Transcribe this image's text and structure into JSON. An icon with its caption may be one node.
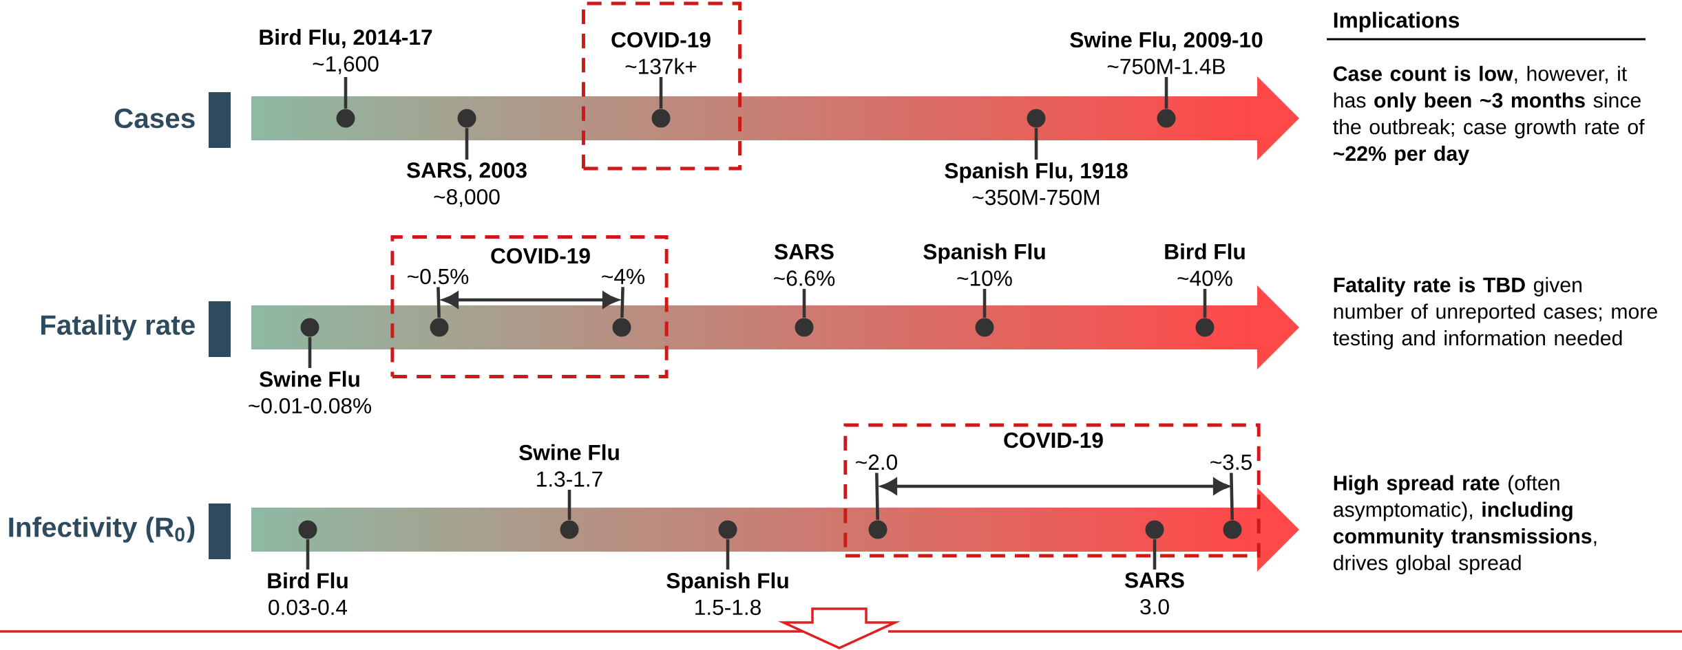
{
  "diagram": {
    "nodes": [
      {
        "text": [
          "Bird Flu, 2014-17",
          "~1,600"
        ]
      },
      {
        "text": [],
        "shape": "circle"
      },
      {
        "text": [
          "SARS, 2003",
          "~8,000"
        ]
      },
      {
        "text": [],
        "shape": "circle"
      },
      {
        "text": [],
        "shape": "box"
      },
      {
        "text": [
          "COVID-19",
          "~137k+"
        ],
        "in": 4
      },
      {
        "text": [],
        "shape": "circle",
        "in": 4
      },
      {
        "text": [
          "Spanish Flu, 1918",
          "~350M-750M"
        ]
      },
      {
        "text": [],
        "shape": "circle"
      },
      {
        "text": [
          "Swine Flu, 2009-10",
          "~750M-1.4B"
        ]
      },
      {
        "text": [],
        "shape": "circle"
      },
      {
        "text": [
          "Swine Flu",
          "~0.01-0.08%"
        ]
      },
      {
        "text": [],
        "shape": "circle"
      },
      {
        "text": [],
        "shape": "box"
      },
      {
        "text": [
          "COVID-19"
        ],
        "in": 13
      },
      {
        "text": [
          "~0.5%"
        ],
        "in": 13
      },
      {
        "text": [],
        "shape": "circle",
        "in": 13
      },
      {
        "text": [
          "~4%"
        ],
        "in": 13
      },
      {
        "text": [],
        "shape": "circle",
        "in": 13
      },
      {
        "text": [
          "SARS",
          "~6.6%"
        ]
      },
      {
        "text": [],
        "shape": "circle"
      },
      {
        "text": [
          "Spanish Flu",
          "~10%"
        ]
      },
      {
        "text": [],
        "shape": "circle"
      },
      {
        "text": [
          "Bird Flu",
          "~40%"
        ]
      },
      {
        "text": [],
        "shape": "circle"
      },
      {
        "text": [
          "Bird Flu",
          "0.03-0.4"
        ]
      },
      {
        "text": [],
        "shape": "circle"
      },
      {
        "text": [
          "Swine Flu",
          "1.3-1.7"
        ]
      },
      {
        "text": [],
        "shape": "circle"
      },
      {
        "text": [
          "Spanish Flu",
          "1.5-1.8"
        ]
      },
      {
        "text": [],
        "shape": "circle"
      },
      {
        "text": [],
        "shape": "box"
      },
      {
        "text": [
          "COVID-19"
        ],
        "in": 31
      },
      {
        "text": [
          "~2.0"
        ],
        "in": 31
      },
      {
        "text": [],
        "shape": "circle",
        "in": 31
      },
      {
        "text": [
          "SARS",
          "3.0"
        ]
      },
      {
        "text": [],
        "shape": "circle",
        "in": 31
      },
      {
        "text": [
          "~3.5"
        ],
        "in": 31
      },
      {
        "text": [],
        "shape": "circle",
        "in": 31
      }
    ],
    "edges": [
      {
        "from": 0,
        "to": 1,
        "arrow": "none"
      },
      {
        "from": 2,
        "to": 3,
        "arrow": "none"
      },
      {
        "from": 5,
        "to": 6,
        "arrow": "none"
      },
      {
        "from": 7,
        "to": 8,
        "arrow": "none"
      },
      {
        "from": 9,
        "to": 10,
        "arrow": "none"
      },
      {
        "from": 11,
        "to": 12,
        "arrow": "none"
      },
      {
        "from": 15,
        "to": 16,
        "arrow": "none"
      },
      {
        "from": 17,
        "to": 18,
        "arrow": "none"
      },
      {
        "from": 19,
        "to": 20,
        "arrow": "none"
      },
      {
        "from": 21,
        "to": 22,
        "arrow": "none"
      },
      {
        "from": 23,
        "to": 24,
        "arrow": "none"
      },
      {
        "from": 25,
        "to": 26,
        "arrow": "none"
      },
      {
        "from": 27,
        "to": 28,
        "arrow": "none"
      },
      {
        "from": 29,
        "to": 30,
        "arrow": "none"
      },
      {
        "from": 33,
        "to": 34,
        "arrow": "none"
      },
      {
        "from": 35,
        "to": 36,
        "arrow": "none"
      },
      {
        "from": 37,
        "to": 38,
        "arrow": "none"
      }
    ],
    "labels": [
      "Implications",
      "Cases",
      "**Case count is low**, however, it has **only been ~3 months** since the outbreak; case growth rate of **~22% per day**",
      "Fatality rate",
      "**Fatality rate is TBD** given number of unreported cases; more testing and information needed",
      "Infectivity (R$_{0}$)",
      "**High spread rate** (often asymptomatic), **including community transmissions**, drives global spread"
    ]
  }
}
